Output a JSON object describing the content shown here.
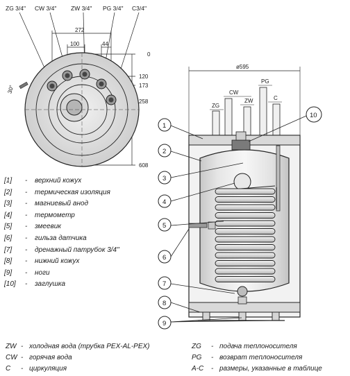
{
  "top_view": {
    "connections": [
      "ZG 3/4\"",
      "CW 3/4\"",
      "ZW 3/4\"",
      "PG 3/4\"",
      "C3/4\""
    ],
    "dims": {
      "d272": "272",
      "d100": "100",
      "d44": "44",
      "d0": "0",
      "d120": "120",
      "d173": "173",
      "d258": "258",
      "d608": "608"
    },
    "angle": "30°"
  },
  "side_view": {
    "diameter": "ø595",
    "conn_labels": {
      "cw": "CW",
      "pg": "PG",
      "zg": "ZG",
      "zw": "ZW",
      "c": "C"
    },
    "callouts": [
      "1",
      "2",
      "3",
      "4",
      "5",
      "6",
      "7",
      "8",
      "9",
      "10"
    ]
  },
  "legend": [
    {
      "key": "[1]",
      "text": "верхний кожух"
    },
    {
      "key": "[2]",
      "text": "термическая изоляция"
    },
    {
      "key": "[3]",
      "text": "магниевый анод"
    },
    {
      "key": "[4]",
      "text": "термометр"
    },
    {
      "key": "[5]",
      "text": "змеевик"
    },
    {
      "key": "[6]",
      "text": "гильза датчика"
    },
    {
      "key": "[7]",
      "text": "дренажный патрубок 3/4\""
    },
    {
      "key": "[8]",
      "text": "нижний кожух"
    },
    {
      "key": "[9]",
      "text": "ноги"
    },
    {
      "key": "[10]",
      "text": "заглушка"
    }
  ],
  "bottom_legend": {
    "left": [
      {
        "key": "ZW",
        "text": "холодная вода (трубка PEX-AL-PEX)"
      },
      {
        "key": "CW",
        "text": "горячая вода"
      },
      {
        "key": "C",
        "text": "циркуляция"
      }
    ],
    "right": [
      {
        "key": "ZG",
        "text": "подача теплоносителя"
      },
      {
        "key": "PG",
        "text": "возврат теплоносителя"
      },
      {
        "key": "A-C",
        "text": "размеры, указанные в таблице"
      }
    ]
  }
}
